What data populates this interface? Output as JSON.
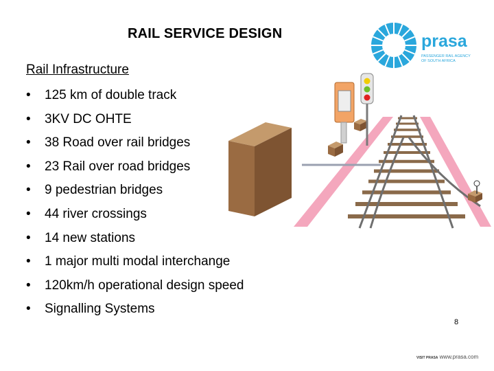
{
  "title": "RAIL SERVICE DESIGN",
  "logo": {
    "name": "prasa",
    "tagline_1": "PASSENGER RAIL AGENCY",
    "tagline_2": "OF SOUTH AFRICA"
  },
  "section": {
    "heading": "Rail Infrastructure",
    "bullet_char": "•",
    "items": [
      "125 km of double track",
      "3KV DC OHTE",
      "38 Road over rail bridges",
      "23 Rail over road bridges",
      "9 pedestrian bridges",
      "44 river crossings",
      "14 new stations",
      "1 major multi modal interchange",
      "120km/h operational design speed",
      "Signalling Systems"
    ]
  },
  "page_number": "8",
  "footer": {
    "small": "VISIT PRASA",
    "url": "www.prasa.com"
  },
  "colors": {
    "logo_blue": "#2aa7dc",
    "rail_pink": "#f4a7bd",
    "box_brown": "#9a6b42",
    "signal_orange": "#f2a466"
  }
}
